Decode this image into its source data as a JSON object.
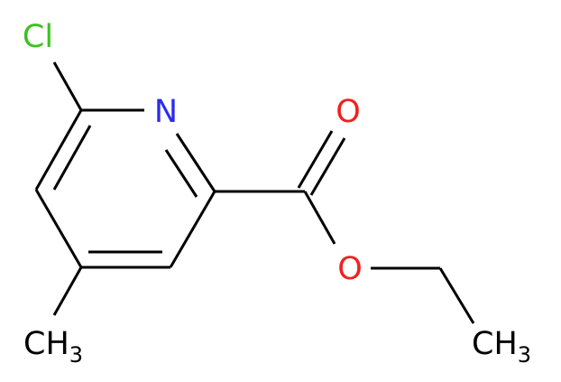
{
  "colors": {
    "bond": "#000000",
    "chlorine": "#3cc221",
    "nitrogen": "#2a2af5",
    "oxygen": "#f02121",
    "carbon": "#000000"
  },
  "atoms": {
    "chlorine": "Cl",
    "nitrogen": "N",
    "oxygen_carbonyl": "O",
    "oxygen_ester": "O",
    "methyl_ring": {
      "main": "CH",
      "sub": "3"
    },
    "methyl_ethyl": {
      "main": "CH",
      "sub": "3"
    }
  }
}
